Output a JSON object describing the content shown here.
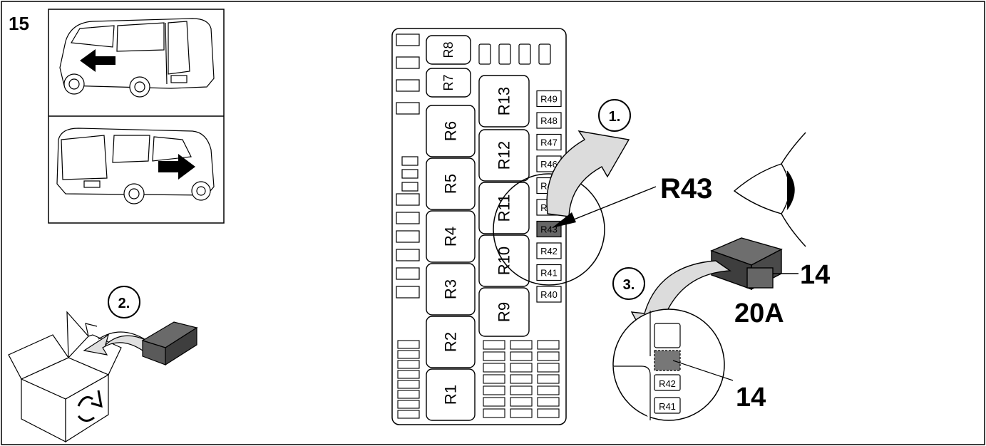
{
  "step_number": "15",
  "relays_large": [
    "R1",
    "R2",
    "R3",
    "R4",
    "R5",
    "R6",
    "R7",
    "R8"
  ],
  "relays_mid": [
    "R9",
    "R10",
    "R11",
    "R12",
    "R13"
  ],
  "relays_small": [
    "R40",
    "R41",
    "R42",
    "R43",
    "R44",
    "R45",
    "R46",
    "R47",
    "R48",
    "R49"
  ],
  "callout": {
    "step1": "1.",
    "step2": "2.",
    "step3": "3.",
    "target_relay": "R43",
    "part_number_top": "14",
    "part_number_bottom": "14",
    "rating": "20A",
    "zoom_labels": [
      "R42",
      "R41"
    ]
  },
  "colors": {
    "line": "#000000",
    "fuse_dark": "#4a4a4a",
    "fuse_mid": "#777777",
    "arrow_fill": "#dcdcdc",
    "highlight": "#666666"
  }
}
